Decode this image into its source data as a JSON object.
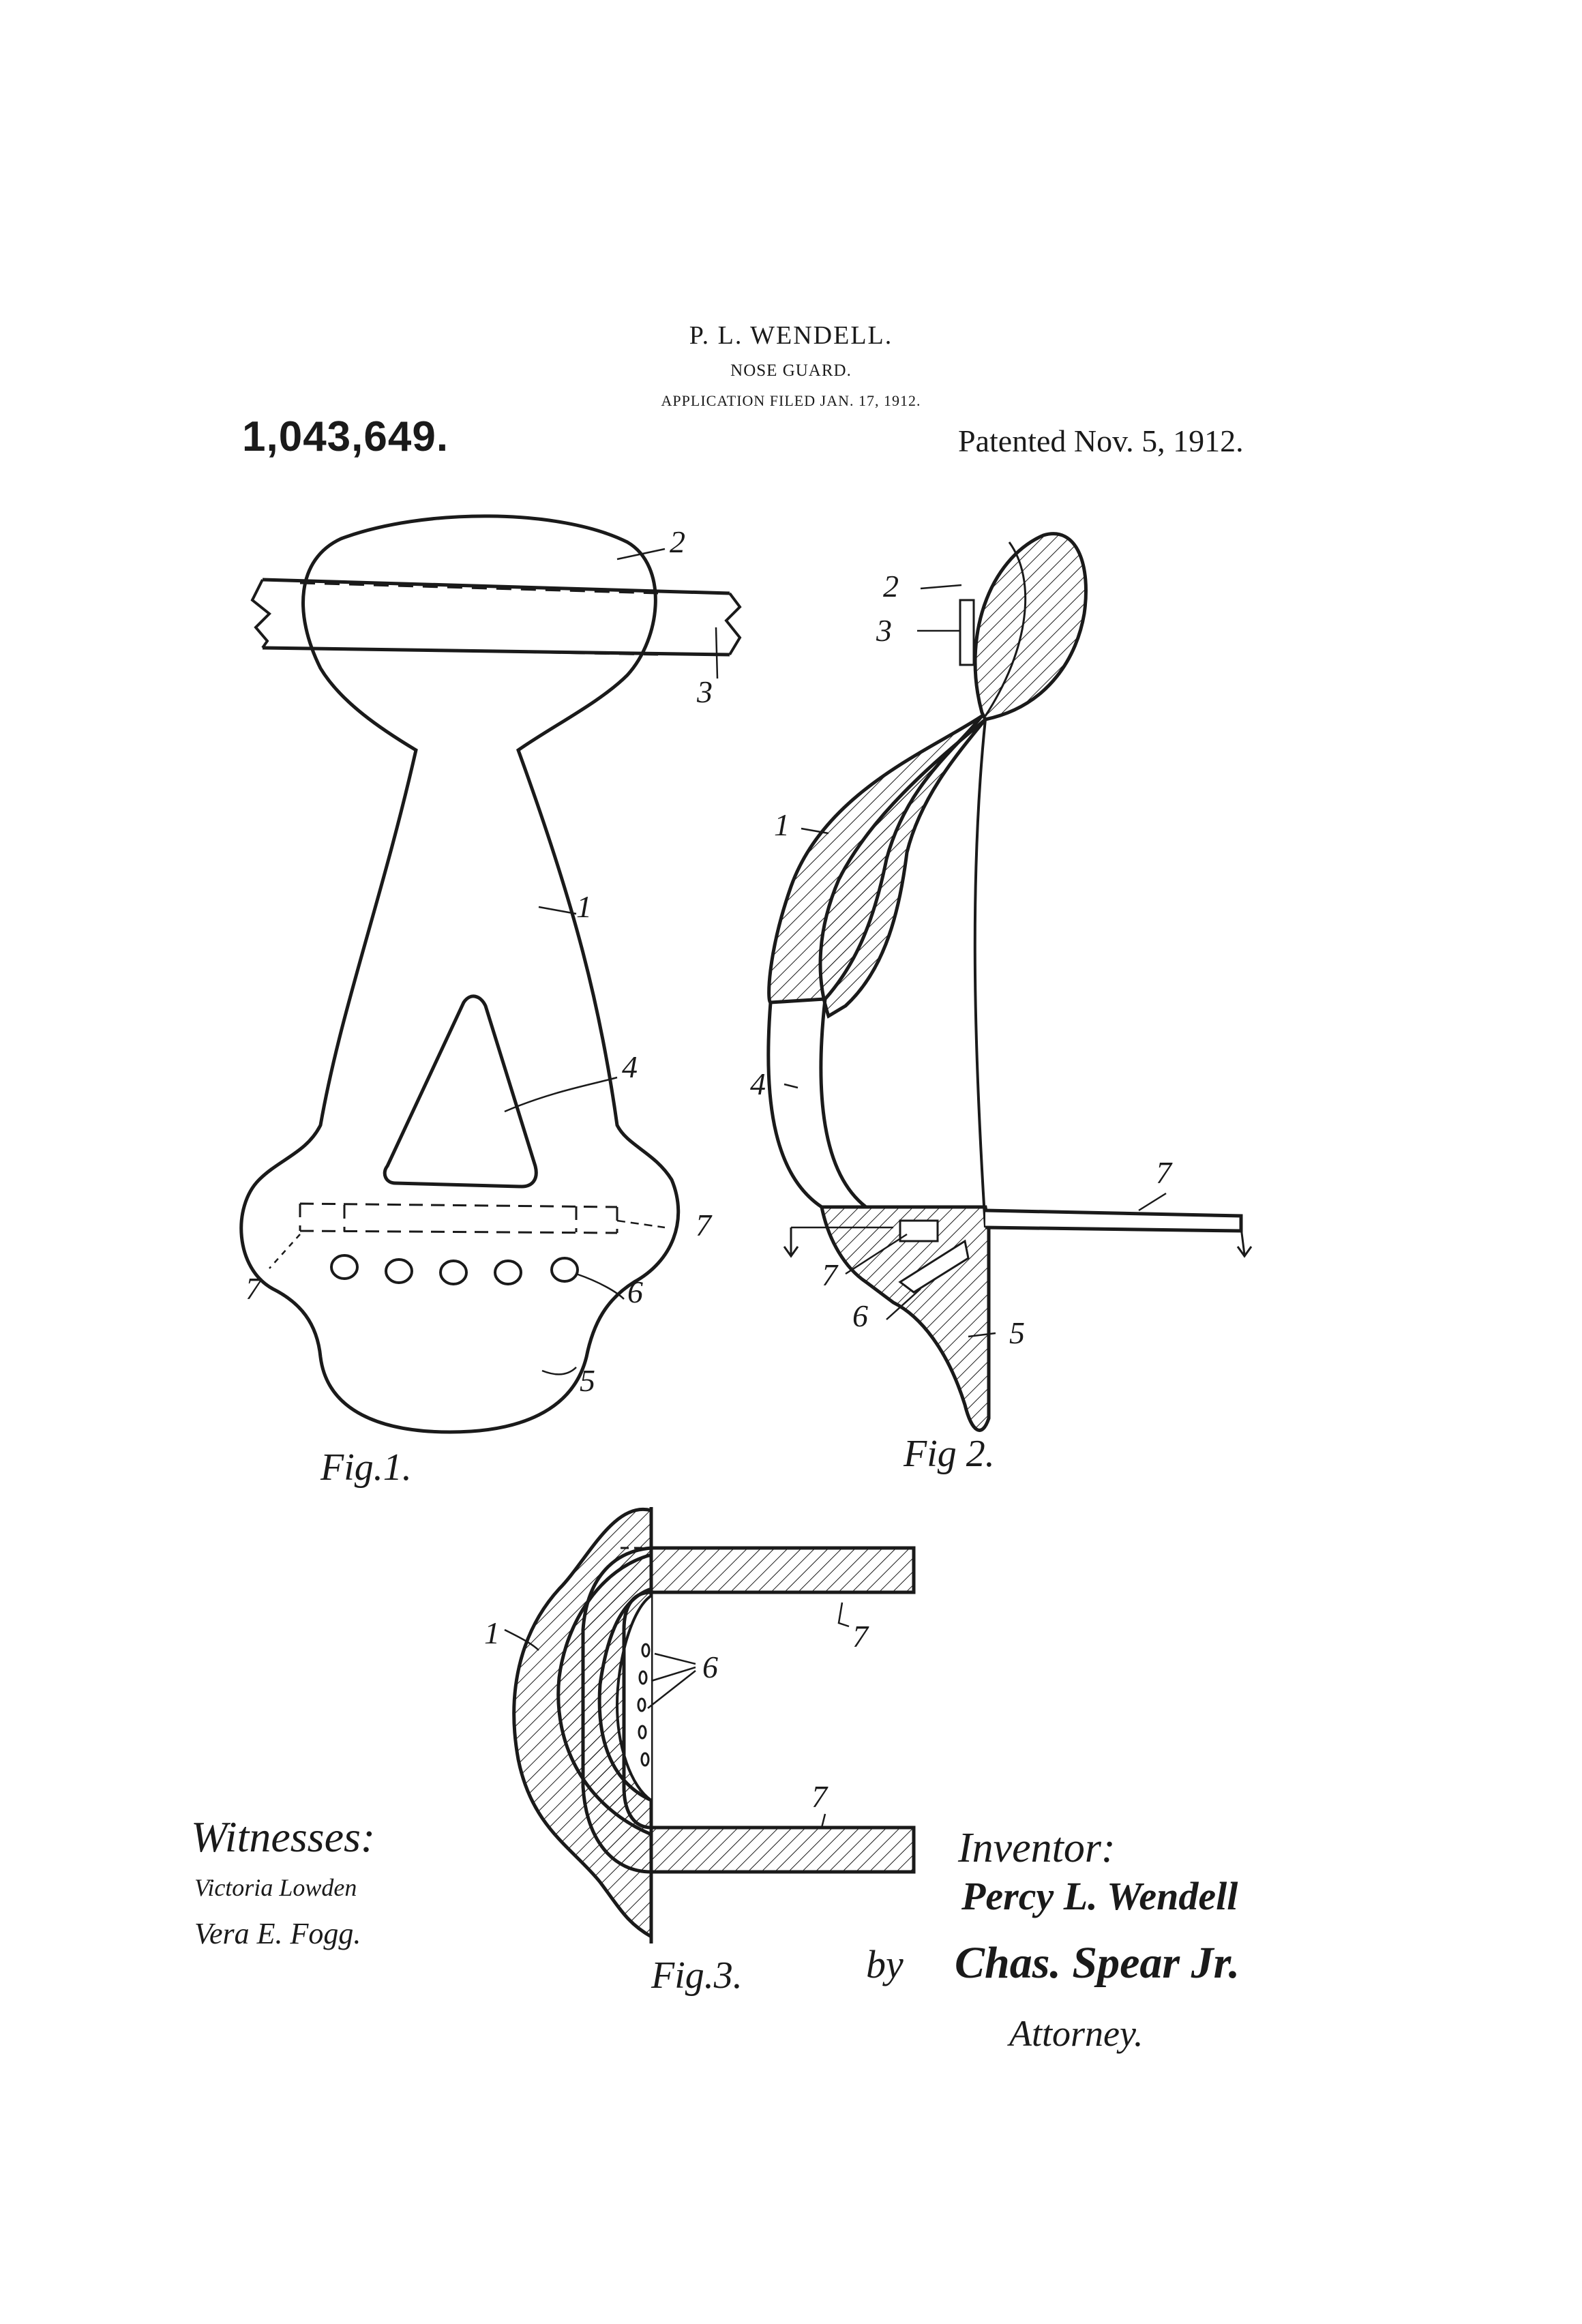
{
  "header": {
    "inventor_name": "P. L. WENDELL.",
    "title": "NOSE GUARD.",
    "application": "APPLICATION FILED JAN. 17, 1912.",
    "patent_number": "1,043,649.",
    "patented": "Patented Nov. 5, 1912."
  },
  "figures": {
    "fig1": {
      "caption": "Fig.1.",
      "refs": {
        "r1": "1",
        "r2": "2",
        "r3": "3",
        "r4": "4",
        "r5": "5",
        "r6": "6",
        "r7a": "7",
        "r7b": "7"
      }
    },
    "fig2": {
      "caption": "Fig 2.",
      "refs": {
        "r1": "1",
        "r2": "2",
        "r3": "3",
        "r4": "4",
        "r5": "5",
        "r6": "6",
        "r7a": "7",
        "r7b": "7"
      }
    },
    "fig3": {
      "caption": "Fig.3.",
      "refs": {
        "r1": "1",
        "r6": "6",
        "r7a": "7",
        "r7b": "7"
      }
    }
  },
  "witnesses": {
    "label": "Witnesses:",
    "names": [
      "Victoria Lowden",
      "Vera E. Fogg."
    ]
  },
  "inventor": {
    "label": "Inventor:",
    "name": "Percy L. Wendell",
    "by": "by",
    "attorney_signature": "Chas. Spear Jr.",
    "attorney_label": "Attorney."
  }
}
